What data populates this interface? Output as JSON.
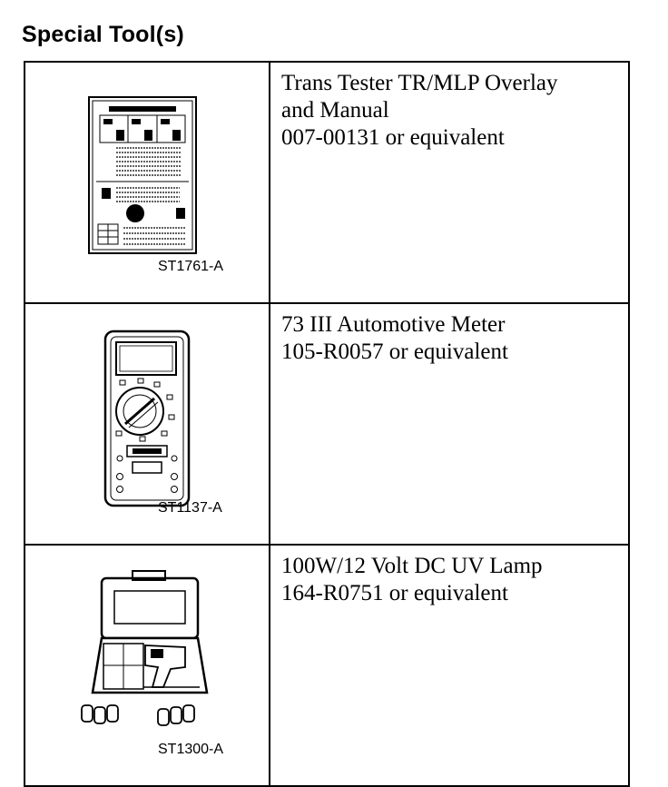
{
  "heading": "Special Tool(s)",
  "tools": [
    {
      "code": "ST1761-A",
      "icon": "overlay-manual-icon",
      "lines": [
        "Trans Tester TR/MLP Overlay",
        "and Manual",
        "007-00131 or equivalent"
      ]
    },
    {
      "code": "ST1137-A",
      "icon": "multimeter-icon",
      "lines": [
        "73 III Automotive Meter",
        "105-R0057 or equivalent"
      ]
    },
    {
      "code": "ST1300-A",
      "icon": "uv-lamp-kit-icon",
      "lines": [
        "100W/12 Volt DC UV Lamp",
        "164-R0751 or equivalent"
      ]
    }
  ]
}
